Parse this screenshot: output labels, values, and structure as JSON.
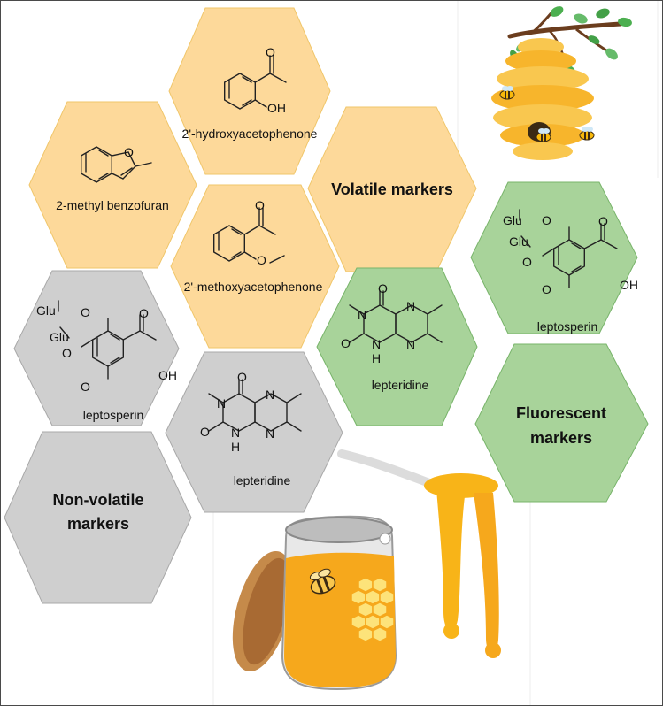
{
  "colors": {
    "volatile": "#fdd99a",
    "volatile_stroke": "#f0c66a",
    "fluorescent": "#a8d39a",
    "fluorescent_stroke": "#78b46a",
    "nonvolatile": "#cfcfcf",
    "nonvolatile_stroke": "#a8a8a8",
    "honey": "#f6a81c",
    "hive": "#f7b52c"
  },
  "categories": {
    "volatile": "Volatile markers",
    "fluorescent_line1": "Fluorescent",
    "fluorescent_line2": "markers",
    "nonvolatile_line1": "Non-volatile",
    "nonvolatile_line2": "markers"
  },
  "compounds": {
    "hydroxyacetophenone": "2'-hydroxyacetophenone",
    "methylbenzofuran": "2-methyl benzofuran",
    "methoxyacetophenone": "2'-methoxyacetophenone",
    "leptosperin_green": "leptosperin",
    "lepteridine_green": "lepteridine",
    "leptosperin_grey": "leptosperin",
    "lepteridine_grey": "lepteridine"
  },
  "atoms": {
    "O": "O",
    "OH": "OH",
    "N": "N",
    "H": "H",
    "Glu": "Glu"
  },
  "icons": [
    "beehive-icon",
    "bee-icon",
    "honey-jar-icon",
    "honey-spoon-icon",
    "tree-branch-icon",
    "honeycomb-icon"
  ]
}
